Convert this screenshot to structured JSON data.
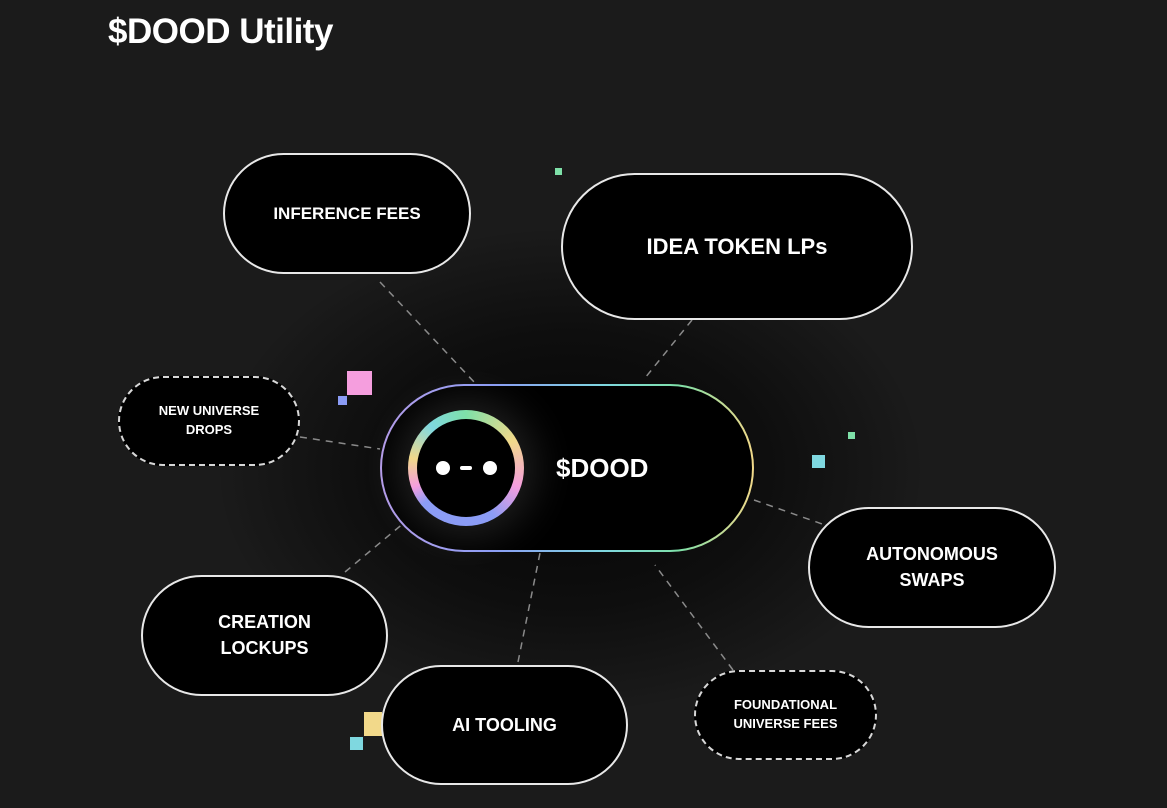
{
  "title": "$DOOD Utility",
  "center": {
    "label": "$DOOD",
    "icon": "dood-face-icon"
  },
  "nodes": {
    "inference_fees": "INFERENCE FEES",
    "idea_token_lps": "IDEA TOKEN LPs",
    "new_universe_drops": "NEW UNIVERSE DROPS",
    "autonomous_swaps": "AUTONOMOUS SWAPS",
    "creation_lockups": "CREATION LOCKUPS",
    "ai_tooling": "AI TOOLING",
    "foundational_universe_fees": "FOUNDATIONAL UNIVERSE FEES"
  },
  "colors": {
    "pink": "#f59ede",
    "blue": "#8b9cf5",
    "cyan": "#7fd8e0",
    "green": "#7ee0a8",
    "yellow": "#f2d98a"
  }
}
